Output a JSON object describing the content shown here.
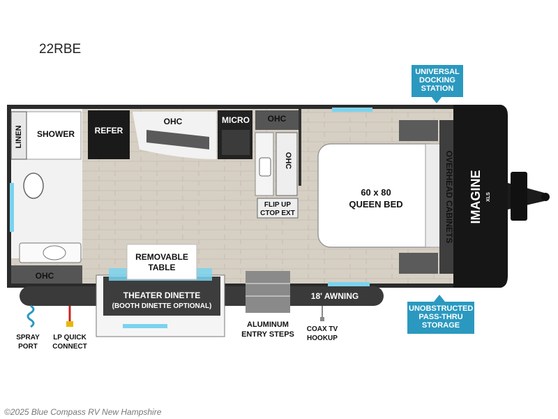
{
  "model": "22RBE",
  "callouts": {
    "docking": "UNIVERSAL DOCKING STATION",
    "storage": "UNOBSTRUCTED PASS-THRU STORAGE"
  },
  "labels": {
    "linen": "LINEN",
    "shower": "SHOWER",
    "refer": "REFER",
    "ohc": "OHC",
    "micro": "MICRO",
    "flip_up_1": "FLIP UP",
    "flip_up_2": "CTOP EXT",
    "bed_1": "60 x 80",
    "bed_2": "QUEEN BED",
    "overhead": "OVERHEAD CABINETS",
    "removable_1": "REMOVABLE",
    "removable_2": "TABLE",
    "dinette_1": "THEATER DINETTE",
    "dinette_2": "(BOOTH DINETTE OPTIONAL)",
    "awning": "18' AWNING",
    "steps_1": "ALUMINUM",
    "steps_2": "ENTRY STEPS",
    "coax_1": "COAX TV",
    "coax_2": "HOOKUP",
    "spray_1": "SPRAY",
    "spray_2": "PORT",
    "lp_1": "LP QUICK",
    "lp_2": "CONNECT",
    "brand": "IMAGINE",
    "brand_sub": "XLS"
  },
  "copyright": "©2025 Blue Compass RV New Hampshire",
  "colors": {
    "accent": "#2b99bf",
    "floor": "#d4cdc2",
    "wall": "#222222",
    "water": "#7ad3ee"
  }
}
